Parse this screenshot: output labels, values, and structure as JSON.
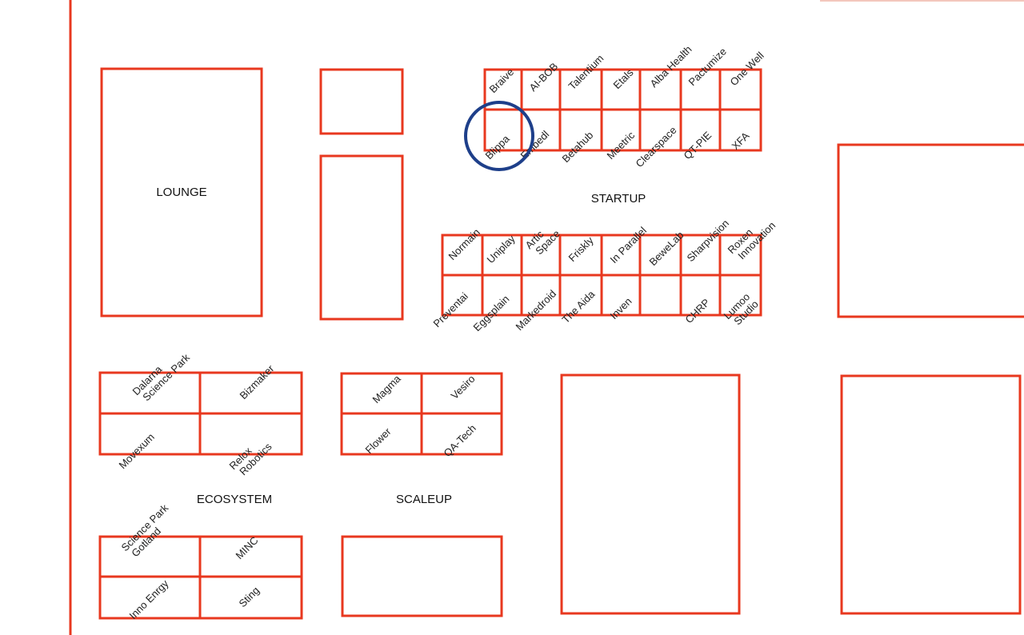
{
  "areas": {
    "lounge": "LOUNGE",
    "startup": "STARTUP",
    "ecosystem": "ECOSYSTEM",
    "scaleup": "SCALEUP"
  },
  "highlight": {
    "booth": "Blippa",
    "color": "#1e3f8a"
  },
  "wall_color": "#e8381f",
  "booths": {
    "startup_upper_top": [
      [
        "Braive"
      ],
      [
        "AI-BOB"
      ],
      [
        "Talentium"
      ],
      [
        "Etals"
      ],
      [
        "Alba Health"
      ],
      [
        "Pactumize"
      ],
      [
        "One Well"
      ]
    ],
    "startup_upper_bottom": [
      [
        "Blippa"
      ],
      [
        "Embedl"
      ],
      [
        "Betahub"
      ],
      [
        "Meetric"
      ],
      [
        "Clearspace"
      ],
      [
        "QT-PIE"
      ],
      [
        "XFA"
      ]
    ],
    "startup_lower_top": [
      [
        "Normain"
      ],
      [
        "Uniplay"
      ],
      [
        "Artic",
        "Space"
      ],
      [
        "Friskly"
      ],
      [
        "In Parallel"
      ],
      [
        "BeweLab"
      ],
      [
        "Sharpvision"
      ],
      [
        "Roxen",
        "Innovation"
      ]
    ],
    "startup_lower_bottom": [
      [
        "Preventai"
      ],
      [
        "Eggsplain"
      ],
      [
        "Markedroid"
      ],
      [
        "The Aida"
      ],
      [
        "Inven"
      ],
      [
        "CHRP"
      ],
      [
        "Lumoo",
        "Studio"
      ]
    ],
    "ecosystem_upper": [
      [
        "Dalarna",
        "Science Park"
      ],
      [
        "Bizmaker"
      ],
      [
        "Movexum"
      ],
      [
        "Relox",
        "Robotics"
      ]
    ],
    "ecosystem_lower": [
      [
        "Science Park",
        "Gotland"
      ],
      [
        "MINC"
      ],
      [
        "Inno Enrgy"
      ],
      [
        "Sting"
      ]
    ],
    "scaleup_upper": [
      [
        "Magma"
      ],
      [
        "Vesiro"
      ],
      [
        "Flower"
      ],
      [
        "QA-Tech"
      ]
    ]
  }
}
